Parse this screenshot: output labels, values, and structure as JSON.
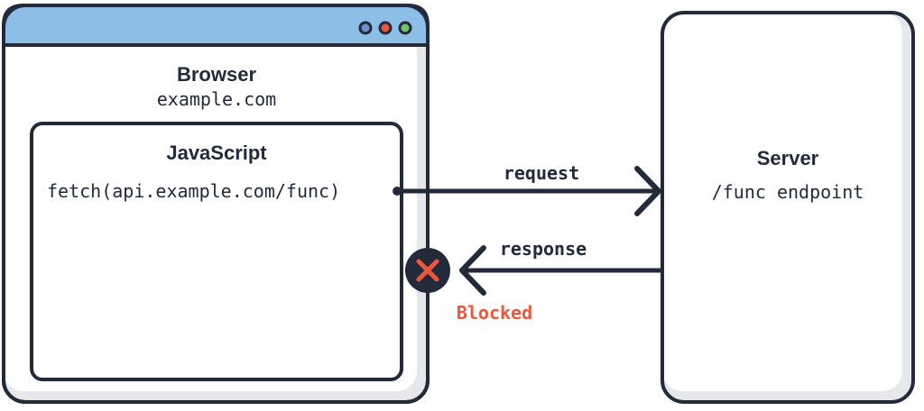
{
  "browser": {
    "title": "Browser",
    "origin": "example.com",
    "window_dots": [
      {
        "name": "dot-blue",
        "color": "#6f8fc9"
      },
      {
        "name": "dot-red",
        "color": "#e9573f"
      },
      {
        "name": "dot-green",
        "color": "#6fc36f"
      }
    ]
  },
  "javascript": {
    "title": "JavaScript",
    "code": "fetch(api.example.com/func)"
  },
  "server": {
    "title": "Server",
    "endpoint": "/func endpoint"
  },
  "arrows": {
    "request_label": "request",
    "response_label": "response"
  },
  "status": {
    "blocked_label": "Blocked",
    "blocked_color": "#e9573f",
    "blocked_icon": "x-icon"
  },
  "colors": {
    "outline": "#232a3a",
    "titlebar": "#8dbfe6",
    "panel_shadow": "#e7e8ec",
    "panel_fill": "#ffffff"
  }
}
